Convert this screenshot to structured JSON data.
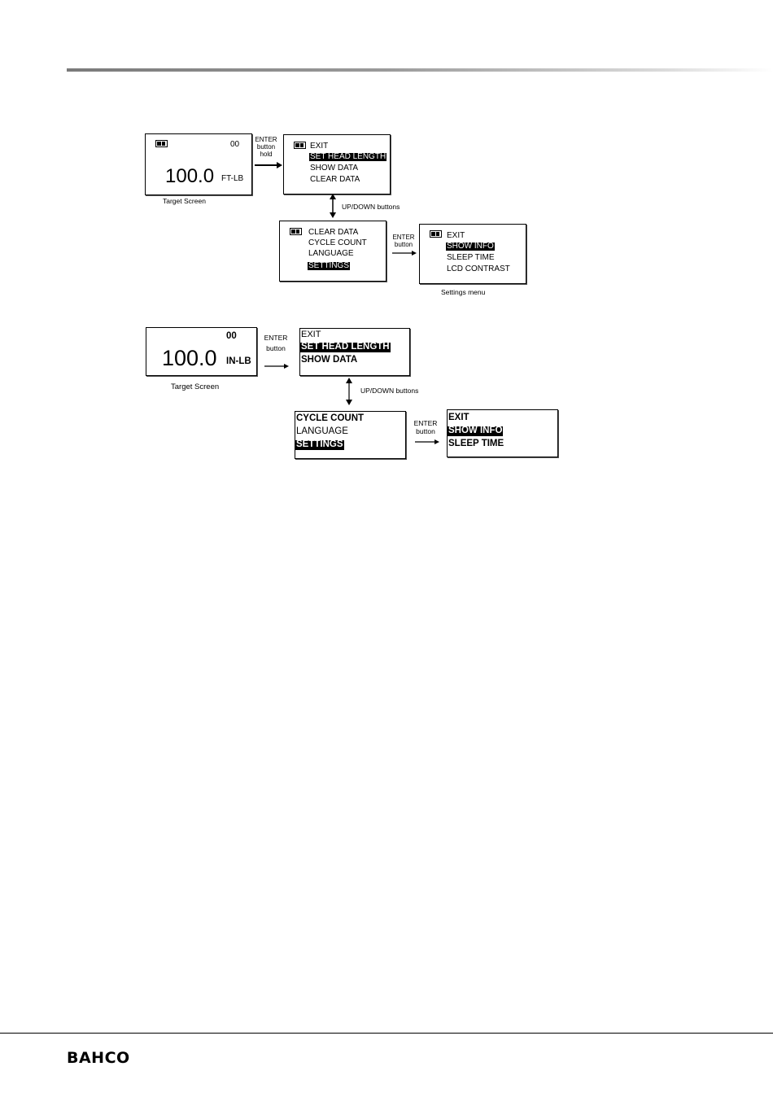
{
  "brand": "BAHCO",
  "diagram1": {
    "target_screen": {
      "count": "00",
      "value": "100.0",
      "unit": "FT-LB",
      "caption": "Target Screen"
    },
    "enter_hold_label": [
      "ENTER",
      "button",
      "hold"
    ],
    "main_menu": {
      "items": [
        "EXIT",
        "SET HEAD LENGTH",
        "SHOW DATA",
        "CLEAR DATA"
      ]
    },
    "updown_label": "UP/DOWN buttons",
    "scrolled_menu": {
      "items": [
        "CLEAR DATA",
        "CYCLE COUNT",
        "LANGUAGE",
        "SETTINGS"
      ]
    },
    "enter_label": [
      "ENTER",
      "button"
    ],
    "settings_menu": {
      "items": [
        "EXIT",
        "SHOW INFO",
        "SLEEP TIME",
        "LCD CONTRAST"
      ],
      "caption": "Settings menu"
    }
  },
  "diagram2": {
    "target_screen": {
      "count": "00",
      "value": "100.0",
      "unit": "IN-LB",
      "caption": "Target  Screen"
    },
    "enter_label": [
      "ENTER",
      "button"
    ],
    "main_menu": {
      "items": [
        "EXIT",
        "SET HEAD LENGTH",
        "SHOW DATA"
      ]
    },
    "updown_label": "UP/DOWN buttons",
    "scrolled_menu": {
      "items": [
        "CYCLE COUNT",
        "LANGUAGE",
        "SETTINGS"
      ]
    },
    "enter_label2": [
      "ENTER",
      "button"
    ],
    "settings_menu": {
      "items": [
        "EXIT",
        "SHOW INFO",
        "SLEEP TIME"
      ]
    }
  }
}
